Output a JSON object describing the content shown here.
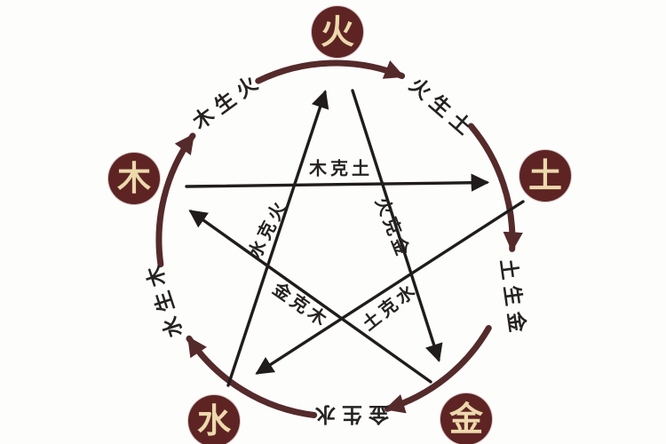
{
  "diagram": {
    "name": "wuxing-five-elements-cycle",
    "nodes": [
      {
        "id": "fire",
        "label": "火",
        "position": "top"
      },
      {
        "id": "earth",
        "label": "土",
        "position": "right"
      },
      {
        "id": "metal",
        "label": "金",
        "position": "bottom-right"
      },
      {
        "id": "water",
        "label": "水",
        "position": "bottom-left"
      },
      {
        "id": "wood",
        "label": "木",
        "position": "left"
      }
    ],
    "generating_cycle": [
      {
        "from": "wood",
        "to": "fire",
        "text": "木生火"
      },
      {
        "from": "fire",
        "to": "earth",
        "text": "火生土"
      },
      {
        "from": "earth",
        "to": "metal",
        "text": "土生金"
      },
      {
        "from": "metal",
        "to": "water",
        "text": "金生水"
      },
      {
        "from": "water",
        "to": "wood",
        "text": "水生木"
      }
    ],
    "overcoming_cycle": [
      {
        "from": "wood",
        "to": "earth",
        "text": "木克土"
      },
      {
        "from": "water",
        "to": "fire",
        "text": "水克火"
      },
      {
        "from": "fire",
        "to": "metal",
        "text": "火克金"
      },
      {
        "from": "metal",
        "to": "wood",
        "text": "金克木"
      },
      {
        "from": "earth",
        "to": "water",
        "text": "土克水"
      }
    ]
  },
  "colors": {
    "node_bg": "#5e2423",
    "node_text": "#ecd9ac",
    "arc": "#552a2b",
    "line": "#201c1c",
    "label_text": "#262222",
    "background": "#fdfdfc"
  }
}
